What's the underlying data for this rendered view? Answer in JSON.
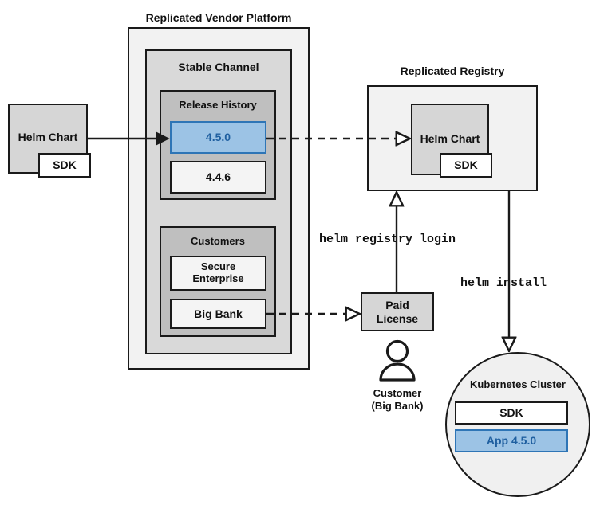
{
  "diagram": {
    "title_vendor_platform": "Replicated Vendor Platform",
    "title_registry": "Replicated Registry",
    "channel_label": "Stable Channel",
    "release_history_label": "Release History",
    "customers_label": "Customers",
    "kubernetes_label": "Kubernetes Cluster",
    "customer_caption_line1": "Customer",
    "customer_caption_line2": "(Big Bank)"
  },
  "boxes": {
    "helm_chart_source": "Helm Chart",
    "helm_chart_source_sdk": "SDK",
    "release_current": "4.5.0",
    "release_previous": "4.4.6",
    "customer_secure_enterprise": "Secure\nEnterprise",
    "customer_secure_enterprise_line1": "Secure",
    "customer_secure_enterprise_line2": "Enterprise",
    "customer_big_bank": "Big Bank",
    "registry_helm_chart": "Helm Chart",
    "registry_helm_chart_sdk": "SDK",
    "paid_license_line1": "Paid",
    "paid_license_line2": "License",
    "cluster_sdk": "SDK",
    "cluster_app": "App 4.5.0"
  },
  "commands": {
    "registry_login": "helm registry login",
    "install": "helm install"
  },
  "colors": {
    "accent_blue_fill": "#9cc3e5",
    "accent_blue_border": "#2e75b6",
    "accent_blue_text": "#1f5fa0",
    "outline": "#1a1a1a",
    "platform_fill": "#f2f2f2",
    "channel_fill": "#d9d9d9",
    "group_fill": "#bfbfbf",
    "item_fill": "#f4f4f4",
    "chart_fill": "#d6d6d6"
  }
}
